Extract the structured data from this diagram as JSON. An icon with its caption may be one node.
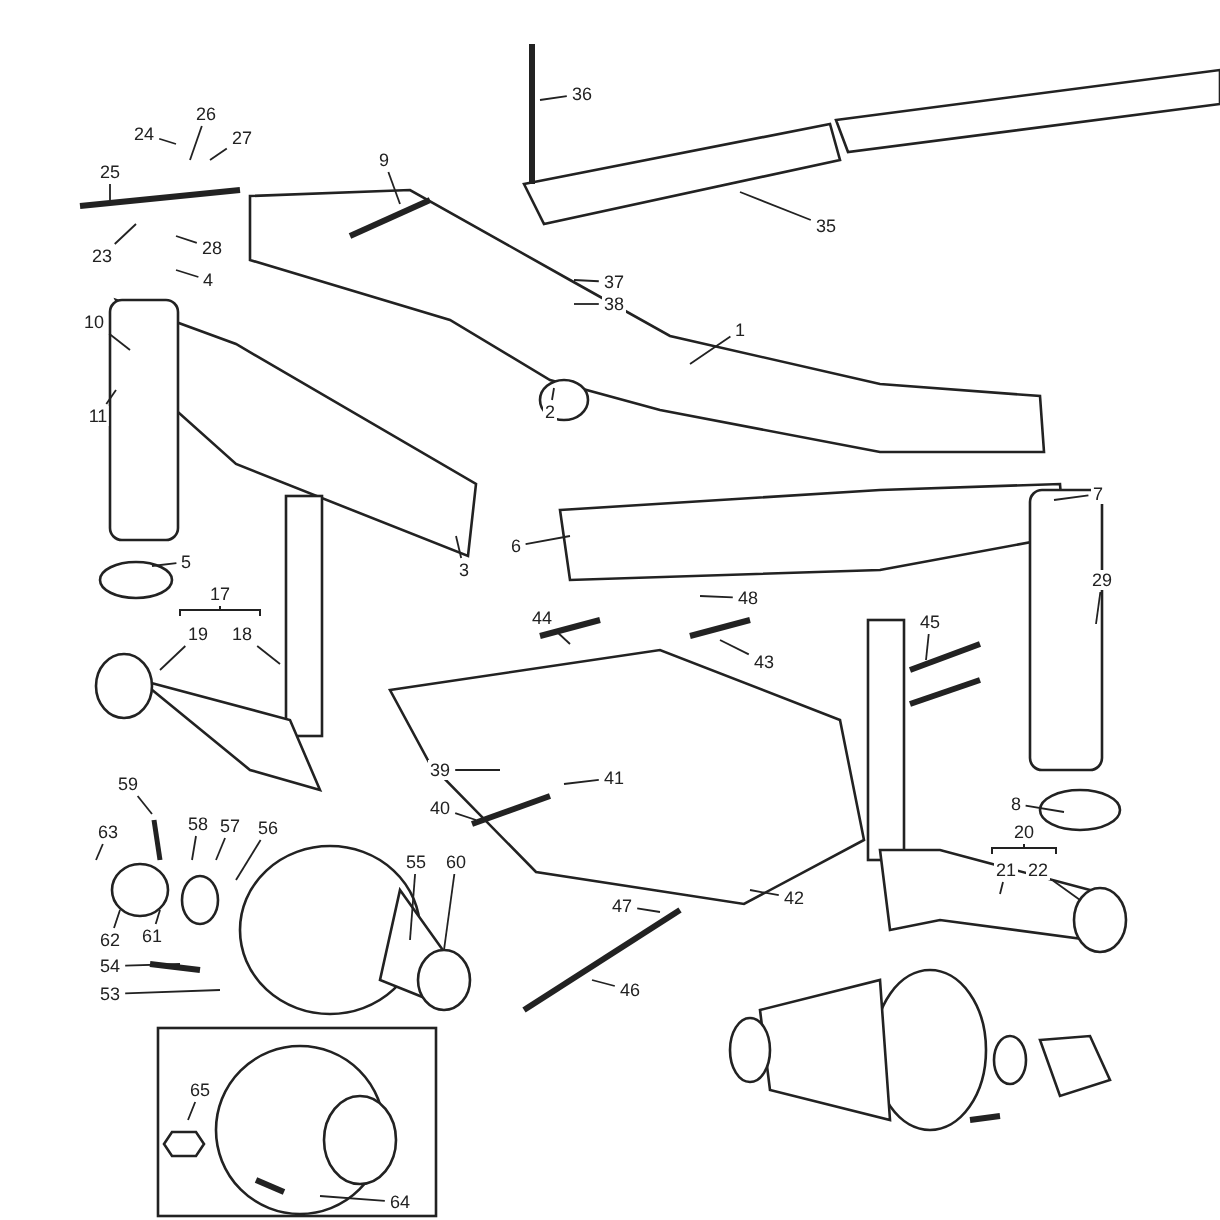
{
  "diagram": {
    "nodes": [
      {
        "text": [
          "36"
        ]
      },
      {
        "text": [
          "26"
        ]
      },
      {
        "text": [
          "24"
        ]
      },
      {
        "text": [
          "27"
        ]
      },
      {
        "text": [
          "9"
        ]
      },
      {
        "text": [
          "25"
        ]
      },
      {
        "text": [
          "35"
        ]
      },
      {
        "text": [
          "28"
        ]
      },
      {
        "text": [
          "23"
        ]
      },
      {
        "text": [
          "4"
        ]
      },
      {
        "text": [
          "37"
        ]
      },
      {
        "text": [
          "38"
        ]
      },
      {
        "text": [
          "10"
        ]
      },
      {
        "text": [
          "1"
        ]
      },
      {
        "text": [
          "2"
        ]
      },
      {
        "text": [
          "11"
        ]
      },
      {
        "text": [
          "7"
        ]
      },
      {
        "text": [
          "6"
        ]
      },
      {
        "text": [
          "5"
        ]
      },
      {
        "text": [
          "3"
        ]
      },
      {
        "text": [
          "29"
        ]
      },
      {
        "text": [
          "48"
        ]
      },
      {
        "text": [
          "17"
        ]
      },
      {
        "text": [
          "44"
        ]
      },
      {
        "text": [
          "45"
        ]
      },
      {
        "text": [
          "18"
        ]
      },
      {
        "text": [
          "19"
        ]
      },
      {
        "text": [
          "43"
        ]
      },
      {
        "text": [
          "39"
        ]
      },
      {
        "text": [
          "41"
        ]
      },
      {
        "text": [
          "59"
        ]
      },
      {
        "text": [
          "8"
        ]
      },
      {
        "text": [
          "40"
        ]
      },
      {
        "text": [
          "58"
        ]
      },
      {
        "text": [
          "57"
        ]
      },
      {
        "text": [
          "56"
        ]
      },
      {
        "text": [
          "63"
        ]
      },
      {
        "text": [
          "20"
        ]
      },
      {
        "text": [
          "55"
        ]
      },
      {
        "text": [
          "60"
        ]
      },
      {
        "text": [
          "21"
        ]
      },
      {
        "text": [
          "22"
        ]
      },
      {
        "text": [
          "42"
        ]
      },
      {
        "text": [
          "47"
        ]
      },
      {
        "text": [
          "61"
        ]
      },
      {
        "text": [
          "62"
        ]
      },
      {
        "text": [
          "54"
        ]
      },
      {
        "text": [
          "46"
        ]
      },
      {
        "text": [
          "53"
        ]
      },
      {
        "text": [
          "65"
        ]
      },
      {
        "text": [
          "64"
        ]
      }
    ],
    "edges": [
      {
        "from": 0,
        "to": null,
        "arrow": "none"
      },
      {
        "from": 1,
        "to": null,
        "arrow": "none"
      },
      {
        "from": 2,
        "to": null,
        "arrow": "none"
      },
      {
        "from": 3,
        "to": null,
        "arrow": "none"
      },
      {
        "from": 4,
        "to": null,
        "arrow": "none"
      },
      {
        "from": 5,
        "to": null,
        "arrow": "none"
      },
      {
        "from": 6,
        "to": null,
        "arrow": "none"
      },
      {
        "from": 7,
        "to": null,
        "arrow": "none"
      },
      {
        "from": 8,
        "to": null,
        "arrow": "none"
      },
      {
        "from": 9,
        "to": null,
        "arrow": "none"
      },
      {
        "from": 10,
        "to": null,
        "arrow": "none"
      },
      {
        "from": 11,
        "to": null,
        "arrow": "none"
      },
      {
        "from": 12,
        "to": null,
        "arrow": "none"
      },
      {
        "from": 13,
        "to": null,
        "arrow": "none"
      },
      {
        "from": 14,
        "to": null,
        "arrow": "none"
      },
      {
        "from": 15,
        "to": null,
        "arrow": "none"
      },
      {
        "from": 16,
        "to": null,
        "arrow": "none"
      },
      {
        "from": 17,
        "to": null,
        "arrow": "none"
      },
      {
        "from": 18,
        "to": null,
        "arrow": "none"
      },
      {
        "from": 19,
        "to": null,
        "arrow": "none"
      },
      {
        "from": 20,
        "to": null,
        "arrow": "none"
      },
      {
        "from": 21,
        "to": null,
        "arrow": "none"
      },
      {
        "from": 23,
        "to": null,
        "arrow": "none"
      },
      {
        "from": 24,
        "to": null,
        "arrow": "none"
      },
      {
        "from": 25,
        "to": null,
        "arrow": "none"
      },
      {
        "from": 26,
        "to": null,
        "arrow": "none"
      },
      {
        "from": 27,
        "to": null,
        "arrow": "none"
      },
      {
        "from": 28,
        "to": null,
        "arrow": "none"
      },
      {
        "from": 29,
        "to": null,
        "arrow": "none"
      },
      {
        "from": 30,
        "to": null,
        "arrow": "none"
      },
      {
        "from": 31,
        "to": null,
        "arrow": "none"
      },
      {
        "from": 32,
        "to": null,
        "arrow": "none"
      },
      {
        "from": 33,
        "to": null,
        "arrow": "none"
      },
      {
        "from": 34,
        "to": null,
        "arrow": "none"
      },
      {
        "from": 35,
        "to": null,
        "arrow": "none"
      },
      {
        "from": 36,
        "to": null,
        "arrow": "none"
      },
      {
        "from": 38,
        "to": null,
        "arrow": "none"
      },
      {
        "from": 39,
        "to": null,
        "arrow": "none"
      },
      {
        "from": 40,
        "to": null,
        "arrow": "none"
      },
      {
        "from": 41,
        "to": null,
        "arrow": "none"
      },
      {
        "from": 42,
        "to": null,
        "arrow": "none"
      },
      {
        "from": 43,
        "to": null,
        "arrow": "none"
      },
      {
        "from": 44,
        "to": null,
        "arrow": "none"
      },
      {
        "from": 45,
        "to": null,
        "arrow": "none"
      },
      {
        "from": 46,
        "to": null,
        "arrow": "none"
      },
      {
        "from": 47,
        "to": null,
        "arrow": "none"
      },
      {
        "from": 48,
        "to": null,
        "arrow": "none"
      },
      {
        "from": 49,
        "to": null,
        "arrow": "none"
      },
      {
        "from": 50,
        "to": null,
        "arrow": "none"
      }
    ]
  }
}
